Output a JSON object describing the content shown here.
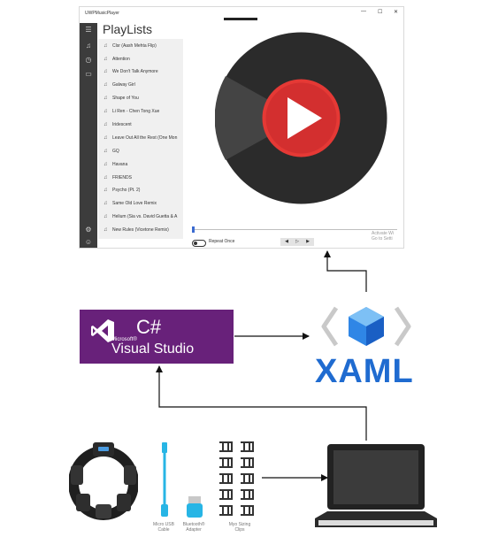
{
  "player": {
    "window_title": "UWPMusicPlayer",
    "window_controls": [
      "—",
      "☐",
      "✕"
    ],
    "heading": "PlayLists",
    "sidebar_icons": [
      "hamburger-icon",
      "music-library-icon",
      "recent-icon",
      "video-icon",
      "settings-icon",
      "feedback-icon"
    ],
    "playlist": [
      "Clsr (Aash Mehta Flip)",
      "Attention",
      "We Don't Talk Anymore",
      "Galway Girl",
      "Shape of You",
      "Li Ren - Chen Tong Xue",
      "Iridescent",
      "Leave Out All the Rest (One Mon",
      "GQ",
      "Havana",
      "FRIENDS",
      "Psycho (Pt. 2)",
      "Same Old Love Remix",
      "Helium (Sia vs. David Guetta & A",
      "New Rules (Vicetone Remix)"
    ],
    "repeat_label": "Repeat Once",
    "transport": [
      "◀",
      "▷",
      "▶"
    ],
    "watermark_line1": "Activate Wi",
    "watermark_line2": "Go to Setti",
    "colors": {
      "disc": "#2b2b2b",
      "disc_shade": "#444444",
      "play_red": "#e53935",
      "play_inner": "#c62828"
    }
  },
  "visual_studio": {
    "language": "C#",
    "brand": "Microsoft®",
    "product": "Visual Studio",
    "color": "#68217a"
  },
  "xaml": {
    "label": "XAML",
    "color": "#1f6bd0"
  },
  "hardware": {
    "usb_caption_line1": "Micro USB",
    "usb_caption_line2": "Cable",
    "bt_caption_line1": "Bluetooth®",
    "bt_caption_line2": "Adapter",
    "clips_caption_line1": "Myo Sizing",
    "clips_caption_line2": "Clips"
  }
}
